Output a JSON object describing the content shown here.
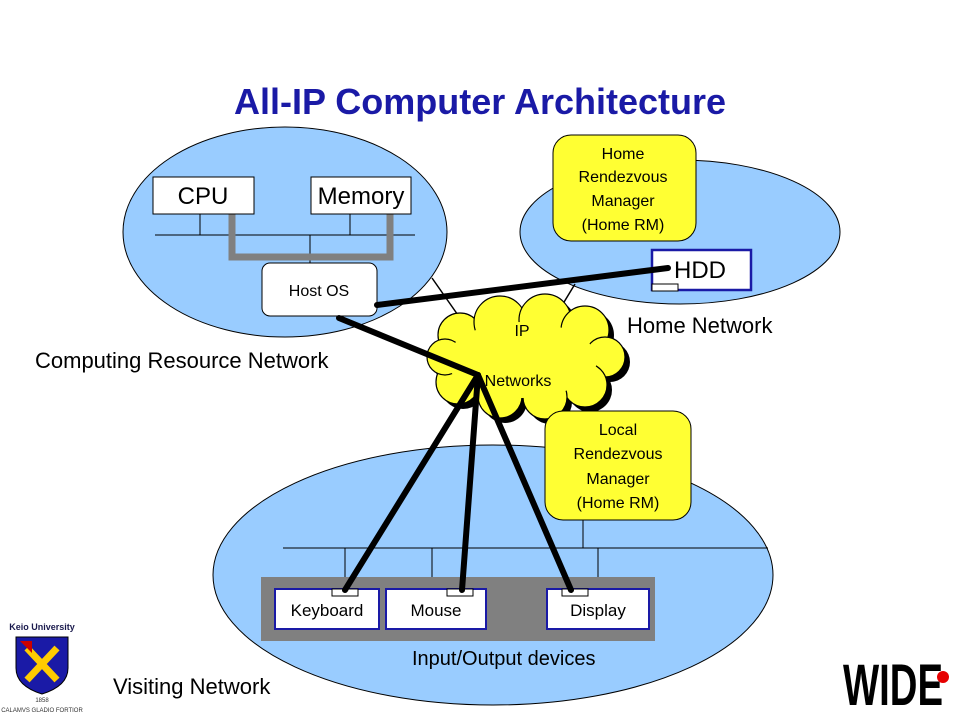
{
  "title": "All-IP Computer Architecture",
  "colors": {
    "title": "#1a1aa6",
    "network_fill": "#99ccff",
    "manager_fill": "#ffff33",
    "device_border": "#1a1aa6",
    "bus": "#808080",
    "wide_red": "#e60000"
  },
  "computing_network": {
    "label": "Computing Resource Network",
    "cpu": "CPU",
    "memory": "Memory",
    "host_os": "Host OS"
  },
  "home_network": {
    "label": "Home Network",
    "hdd": "HDD",
    "manager_lines": [
      "Home",
      "Rendezvous",
      "Manager",
      "(Home RM)"
    ]
  },
  "ip_network": {
    "lines": [
      "IP",
      "Networks"
    ]
  },
  "visiting_network": {
    "label": "Visiting Network",
    "io_label": "Input/Output devices",
    "manager_lines": [
      "Local",
      "Rendezvous",
      "Manager",
      "(Home RM)"
    ],
    "devices": {
      "keyboard": "Keyboard",
      "mouse": "Mouse",
      "display": "Display"
    }
  },
  "logos": {
    "keio": "Keio University",
    "keio_year": "1858",
    "keio_motto": "CALAMVS GLADIO FORTIOR",
    "wide": "WIDE"
  }
}
